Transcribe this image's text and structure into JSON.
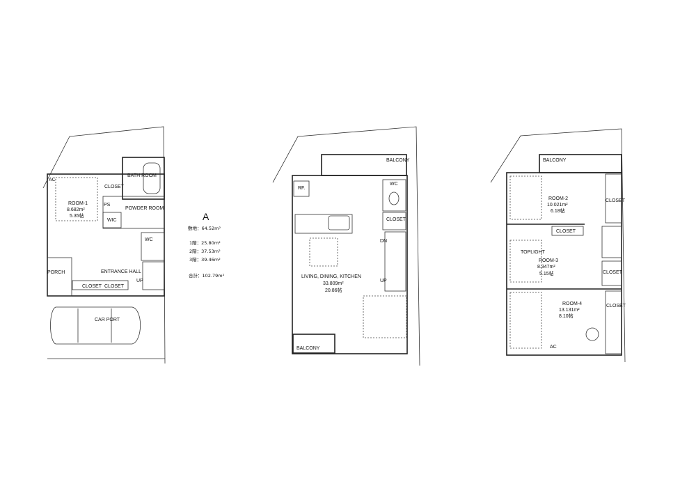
{
  "plan_label": "A",
  "areas": {
    "site": "敷地：64.52m²",
    "floor1": "1階：25.80m²",
    "floor2": "2階：37.53m²",
    "floor3": "3階：39.46m²",
    "total": "合計：102.79m²"
  },
  "floor1": {
    "room1": "ROOM-1",
    "room1_area": "8.682m²",
    "room1_jo": "5.35帖",
    "closet_top": "CLOSET",
    "bath": "BATH ROOM",
    "powder": "POWDER ROOM",
    "ps": "PS",
    "wic": "WIC",
    "entrance": "ENTRANCE HALL",
    "porch": "PORCH",
    "closet_left": "CLOSET",
    "closet_right": "CLOSET",
    "wc": "WC",
    "up": "UP",
    "carport": "CAR PORT",
    "ac": "AC"
  },
  "floor2": {
    "balcony_top": "BALCONY",
    "rf": "RF.",
    "wc": "WC",
    "closet": "CLOSET",
    "dn": "DN",
    "up": "UP",
    "ldk": "LIVING, DINING, KITCHEN",
    "ldk_area": "33.809m²",
    "ldk_jo": "20.86帖",
    "balcony_bottom": "BALCONY"
  },
  "floor3": {
    "balcony": "BALCONY",
    "room2": "ROOM-2",
    "room2_area": "10.021m²",
    "room2_jo": "6.18帖",
    "closet1": "CLOSET",
    "closet2": "CLOSET",
    "room3": "ROOM-3",
    "room3_area": "8.347m²",
    "room3_jo": "5.15帖",
    "top_light": "TOPLIGHT",
    "closet3": "CLOSET",
    "room4": "ROOM-4",
    "room4_area": "13.131m²",
    "room4_jo": "8.10帖",
    "closet4": "CLOSET",
    "ac": "AC"
  }
}
